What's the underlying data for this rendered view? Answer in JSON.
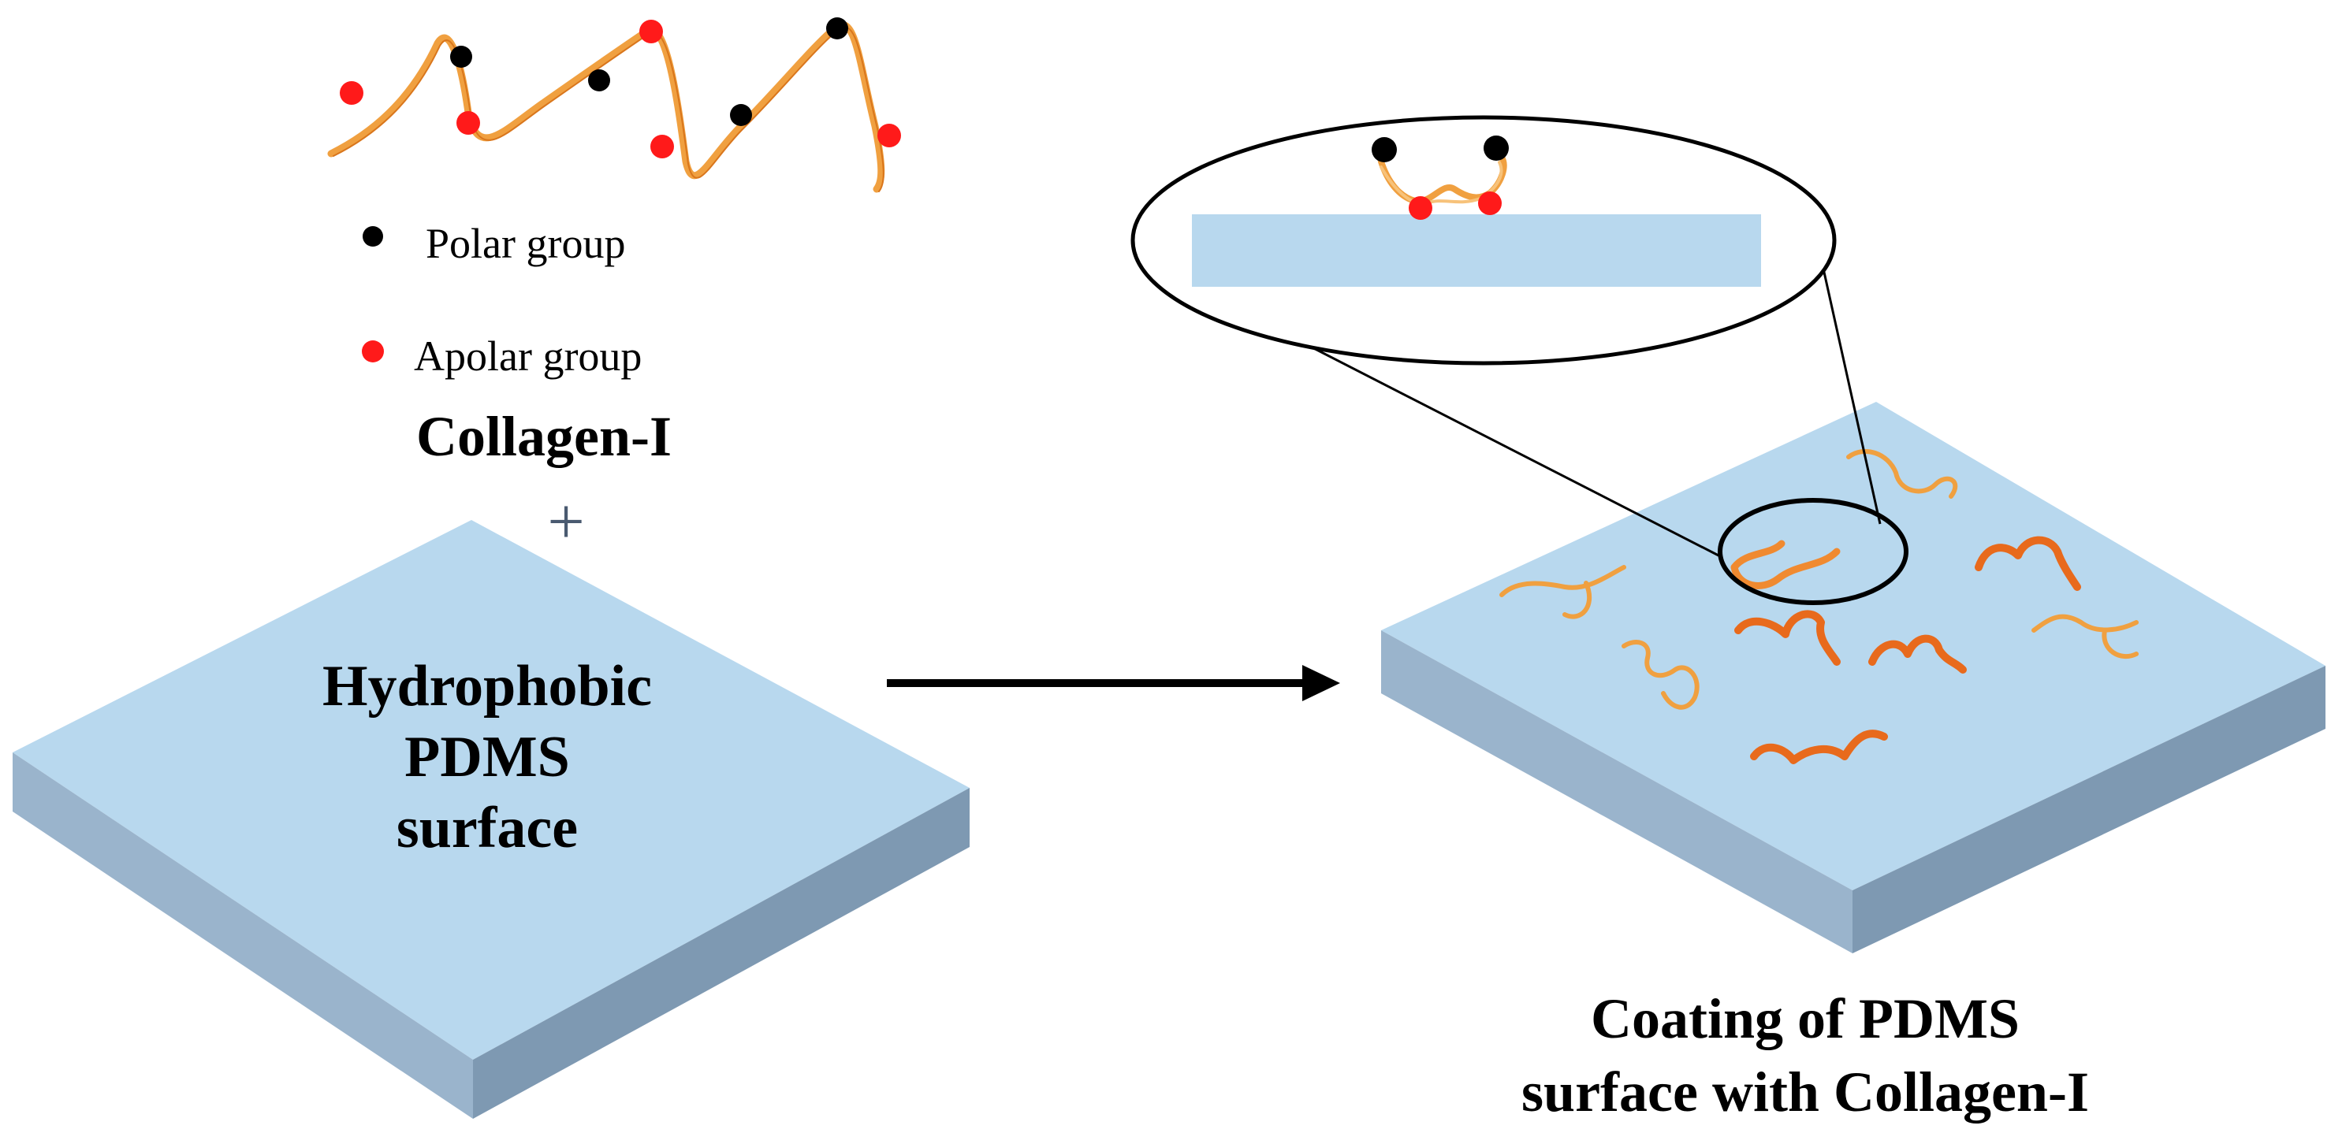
{
  "legend": {
    "polar_label": "Polar group",
    "apolar_label": "Apolar group",
    "polar_color": "#000000",
    "apolar_color": "#ff0000"
  },
  "collagen_label": "Collagen-I",
  "plus_sign": "+",
  "left_surface": {
    "lines": [
      "Hydrophobic",
      "PDMS",
      "surface"
    ]
  },
  "result_caption": {
    "lines": [
      "Coating of PDMS",
      "surface with Collagen-I"
    ]
  },
  "colors": {
    "surface_top": "#b8d8ee",
    "surface_side_left": "#9ab4cc",
    "surface_side_right": "#7e99b2",
    "collagen_strand": "#f0a040",
    "collagen_strand_dark": "#e06a1c",
    "arrow": "#000000"
  }
}
